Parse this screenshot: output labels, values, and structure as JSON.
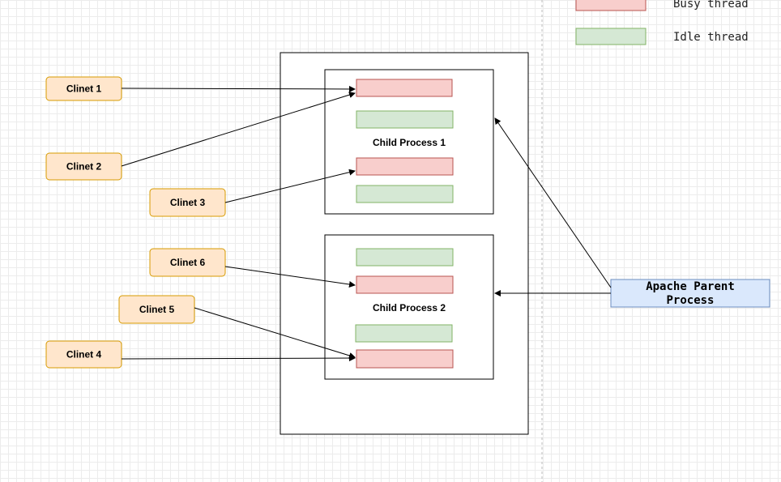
{
  "legend": {
    "busy_label": "Busy thread",
    "idle_label": "Idle thread"
  },
  "clients": [
    "Clinet 1",
    "Clinet 2",
    "Clinet 3",
    "Clinet 6",
    "Clinet 5",
    "Clinet 4"
  ],
  "child_process_1": {
    "label": "Child Process 1"
  },
  "child_process_2": {
    "label": "Child Process 2"
  },
  "parent": {
    "line1": "Apache Parent",
    "line2": "Process"
  },
  "colors": {
    "client_fill": "#ffe6cc",
    "client_stroke": "#d79b00",
    "busy_fill": "#f8cecc",
    "busy_stroke": "#b85450",
    "idle_fill": "#d5e8d4",
    "idle_stroke": "#82b366",
    "parent_fill": "#dae8fc",
    "parent_stroke": "#6c8ebf"
  }
}
